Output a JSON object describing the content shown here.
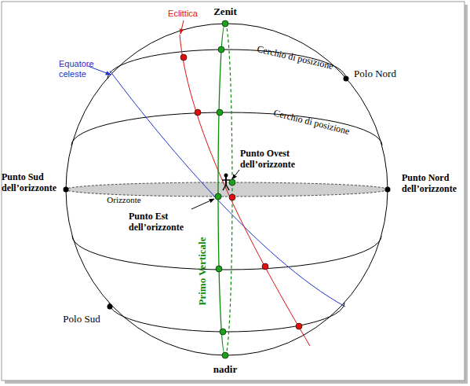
{
  "diagram": {
    "labels": [
      "Zenit",
      "Eclittica",
      "Equatore celeste",
      "Cerchio di posizione",
      "Polo Nord",
      "Cerchio di posizione",
      "Punto Ovest dell’orizzonte",
      "Punto Sud dell’orizzonte",
      "Punto Nord dell’orizzonte",
      "Orizzonte",
      "Punto Est dell’orizzonte",
      "Primo Verticale",
      "Polo Sud",
      "nadir"
    ]
  }
}
